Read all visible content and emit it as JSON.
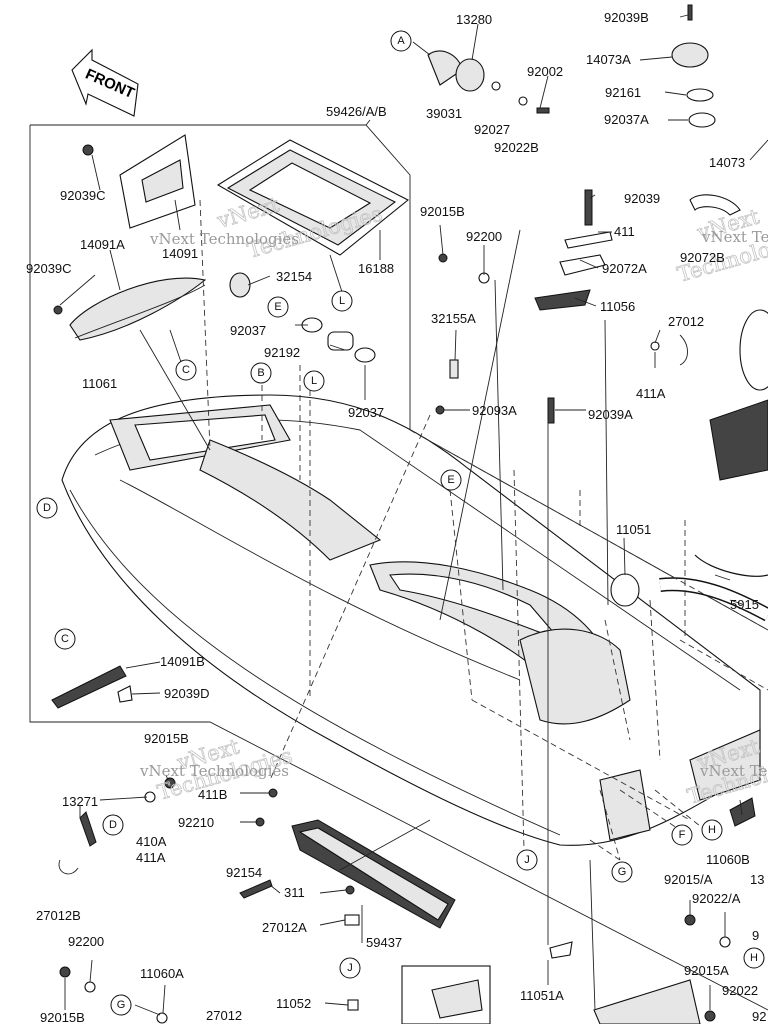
{
  "diagram": {
    "front_label": "FRONT",
    "watermark": {
      "line1": "vNext Technologies",
      "outline1": "vNext",
      "outline2": "Technologies"
    },
    "part_labels": [
      "92039B",
      "13280",
      "14073A",
      "92002",
      "92161",
      "39031",
      "92027",
      "92037A",
      "92022B",
      "59426/A/B",
      "14073",
      "92039C",
      "92039",
      "14091",
      "92015B",
      "92200",
      "411",
      "92072B",
      "14091A",
      "32154",
      "16188",
      "92072A",
      "92039C",
      "11056",
      "27012",
      "92037",
      "32155A",
      "92192",
      "411A",
      "11061",
      "92037",
      "92093A",
      "92039A",
      "11051",
      "14091B",
      "92039D",
      "92015B",
      "13271",
      "411B",
      "410A",
      "411A",
      "92210",
      "92154",
      "311",
      "27012A",
      "59437",
      "11052",
      "27012B",
      "92200",
      "11060A",
      "92015B",
      "27012",
      "11051A",
      "11060B",
      "92015/A",
      "92022/A",
      "92015A",
      "92022",
      "9",
      "5915",
      "13",
      "92"
    ],
    "callouts": [
      "A",
      "E",
      "L",
      "C",
      "B",
      "L",
      "D",
      "E",
      "C",
      "D",
      "F",
      "H",
      "G",
      "J",
      "H",
      "G",
      "J"
    ]
  }
}
